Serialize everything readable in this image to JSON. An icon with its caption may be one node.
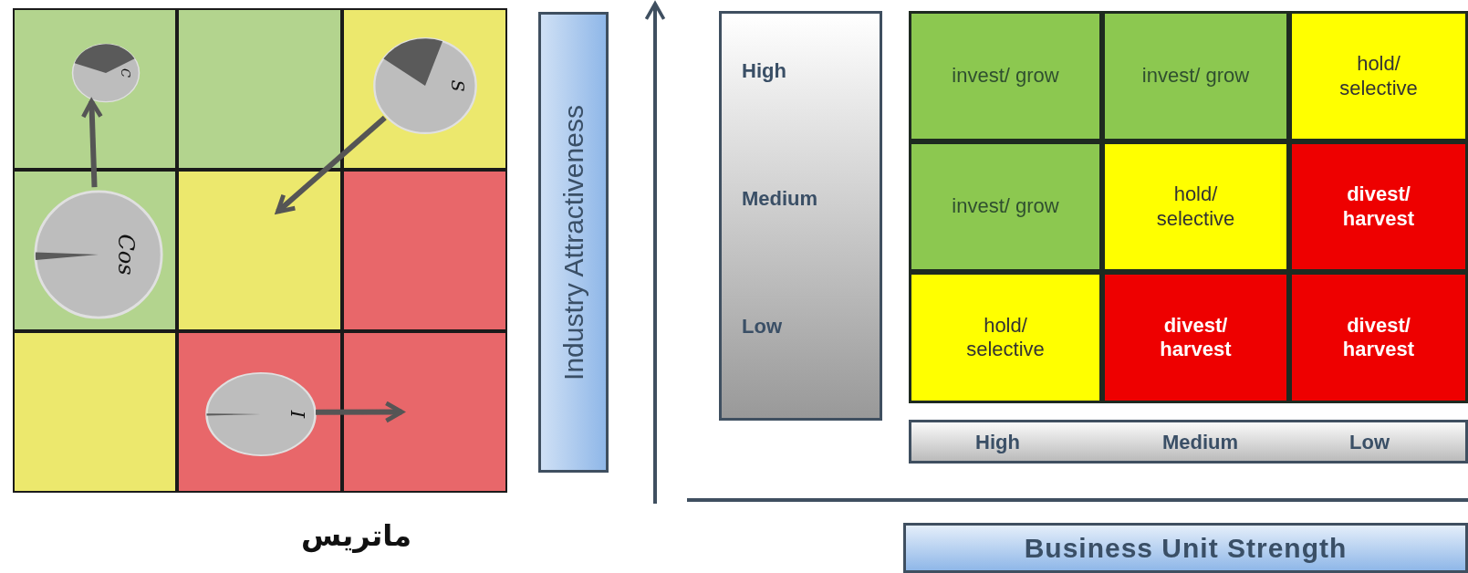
{
  "diagram": {
    "caption": "ماتریس",
    "nodes": [
      {
        "text": [],
        "shape": "box"
      },
      {
        "text": [
          "C"
        ],
        "in": 0
      },
      {
        "text": [],
        "shape": "box"
      },
      {
        "text": [],
        "shape": "box"
      },
      {
        "text": [
          "S"
        ],
        "in": 3
      },
      {
        "text": [],
        "shape": "box"
      },
      {
        "text": [
          "Cos"
        ],
        "in": 5
      },
      {
        "text": [],
        "shape": "box"
      },
      {
        "text": [],
        "shape": "box"
      },
      {
        "text": [],
        "shape": "box"
      },
      {
        "text": [],
        "shape": "box"
      },
      {
        "text": [
          "I"
        ],
        "in": 10
      },
      {
        "text": [],
        "shape": "box"
      },
      {
        "text": [
          "Industry Attractiveness"
        ]
      },
      {
        "text": [
          "High",
          "Medium",
          "Low"
        ]
      },
      {
        "text": [
          "invest/ grow"
        ]
      },
      {
        "text": [
          "invest/ grow"
        ]
      },
      {
        "text": [
          "hold/ selective"
        ]
      },
      {
        "text": [
          "invest/ grow"
        ]
      },
      {
        "text": [
          "hold/ selective"
        ]
      },
      {
        "text": [
          "divest/ harvest"
        ]
      },
      {
        "text": [
          "hold/ selective"
        ]
      },
      {
        "text": [
          "divest/ harvest"
        ]
      },
      {
        "text": [
          "divest/ harvest"
        ]
      },
      {
        "text": [
          "High",
          "Medium",
          "Low"
        ]
      },
      {
        "text": [
          "Business Unit Strength"
        ]
      }
    ],
    "edges": [
      {
        "from": 6,
        "to": 1,
        "arrow": "to"
      },
      {
        "from": 4,
        "to": 7,
        "arrow": "to"
      },
      {
        "from": 11,
        "to": 12,
        "arrow": "to"
      }
    ]
  }
}
